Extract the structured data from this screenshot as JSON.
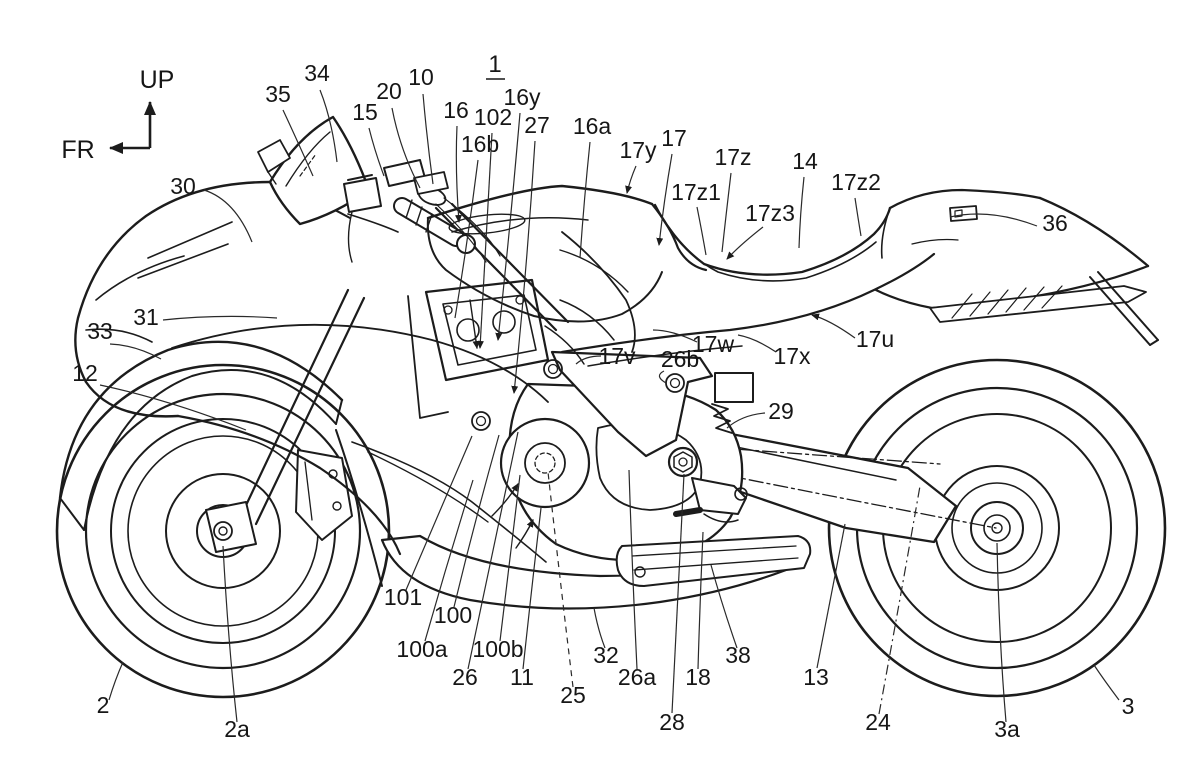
{
  "colors": {
    "background": "#ffffff",
    "line": "#1c1c1c",
    "label_text": "#161616"
  },
  "orientation": {
    "up_label": "UP",
    "front_label": "FR"
  },
  "figure": {
    "number": "1"
  },
  "reference_labels": {
    "n2": "2",
    "n2a": "2a",
    "n3": "3",
    "n3a": "3a",
    "n10": "10",
    "n11": "11",
    "n12": "12",
    "n13": "13",
    "n14": "14",
    "n15": "15",
    "n16": "16",
    "n16a": "16a",
    "n16b": "16b",
    "n16y": "16y",
    "n17": "17",
    "n17u": "17u",
    "n17v": "17v",
    "n17w": "17w",
    "n17x": "17x",
    "n17y": "17y",
    "n17z": "17z",
    "n17z1": "17z1",
    "n17z2": "17z2",
    "n17z3": "17z3",
    "n18": "18",
    "n20": "20",
    "n24": "24",
    "n25": "25",
    "n26": "26",
    "n26a": "26a",
    "n26b": "26b",
    "n27": "27",
    "n28": "28",
    "n29": "29",
    "n30": "30",
    "n31": "31",
    "n32": "32",
    "n33": "33",
    "n34": "34",
    "n35": "35",
    "n36": "36",
    "n38": "38",
    "n100": "100",
    "n100a": "100a",
    "n100b": "100b",
    "n101": "101",
    "n102": "102"
  }
}
